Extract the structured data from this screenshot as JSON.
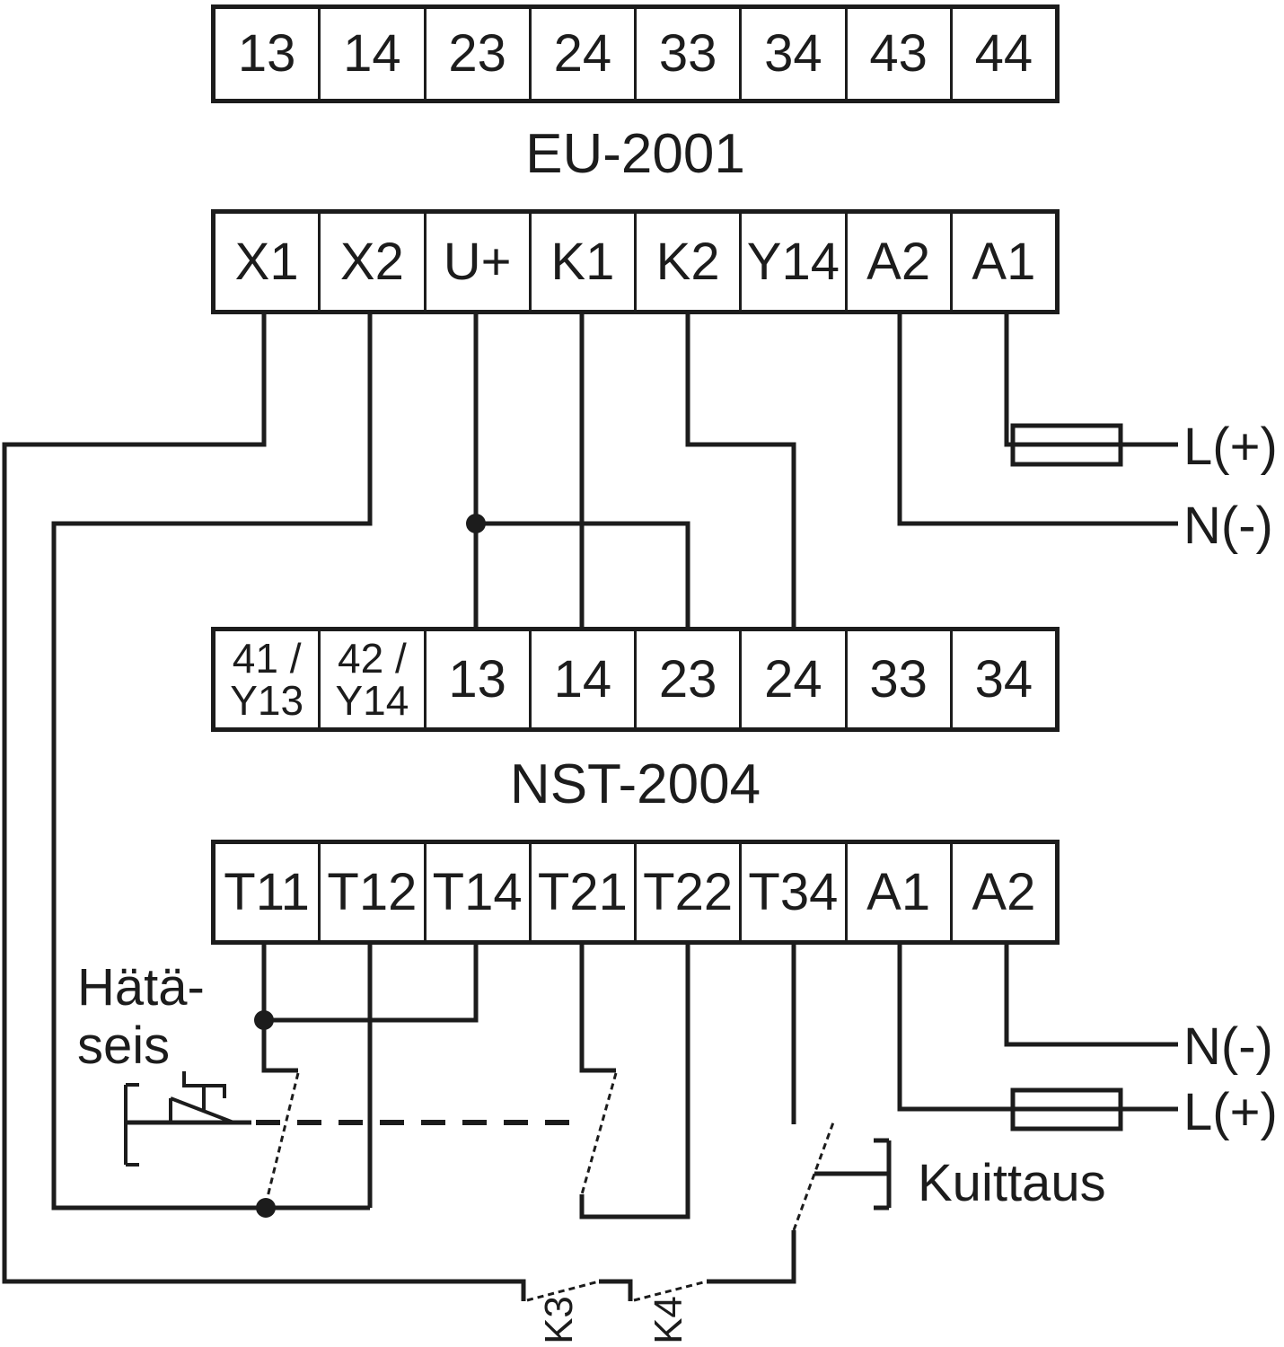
{
  "eu_module": {
    "name": "EU-2001",
    "contact_terminals": [
      "13",
      "14",
      "23",
      "24",
      "33",
      "34",
      "43",
      "44"
    ],
    "control_terminals": [
      "X1",
      "X2",
      "U+",
      "K1",
      "K2",
      "Y14",
      "A2",
      "A1"
    ]
  },
  "nst_module": {
    "name": "NST-2004",
    "upper_terminals": [
      [
        "41 /",
        "Y13"
      ],
      [
        "42 /",
        "Y14"
      ],
      [
        "13",
        null
      ],
      [
        "14",
        null
      ],
      [
        "23",
        null
      ],
      [
        "24",
        null
      ],
      [
        "33",
        null
      ],
      [
        "34",
        null
      ]
    ],
    "lower_terminals": [
      "T11",
      "T12",
      "T14",
      "T21",
      "T22",
      "T34",
      "A1",
      "A2"
    ]
  },
  "labels": {
    "supply_top_line": "L(+)",
    "supply_top_neutral": "N(-)",
    "supply_bottom_neutral": "N(-)",
    "supply_bottom_line": "L(+)",
    "estop_line1": "Hätä-",
    "estop_line2": "seis",
    "reset": "Kuittaus",
    "contact_k3": "K3",
    "contact_k4": "K4"
  },
  "colors": {
    "ink": "#1c1c1c",
    "paper": "#ffffff"
  }
}
